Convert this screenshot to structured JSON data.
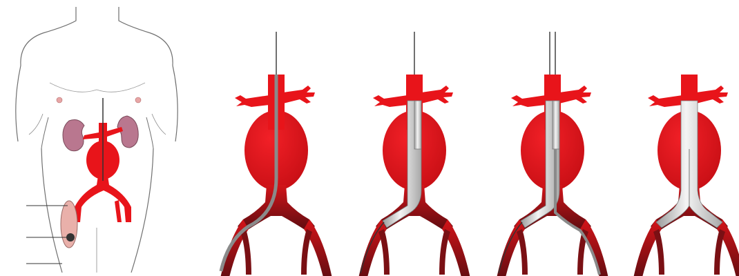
{
  "figure": {
    "panels": [
      {
        "name": "body-anatomy-panel"
      },
      {
        "name": "guidewire-panel"
      },
      {
        "name": "main-body-deployed-panel"
      },
      {
        "name": "contralateral-limb-panel"
      },
      {
        "name": "completed-repair-panel"
      }
    ],
    "colors": {
      "artery_red": "#e8141a",
      "artery_dark": "#6a0f12",
      "graft_grey": "#d7d7d7",
      "wire": "#444444",
      "kidney": "#b9778f",
      "skin_outline": "#6f6f6f"
    }
  }
}
